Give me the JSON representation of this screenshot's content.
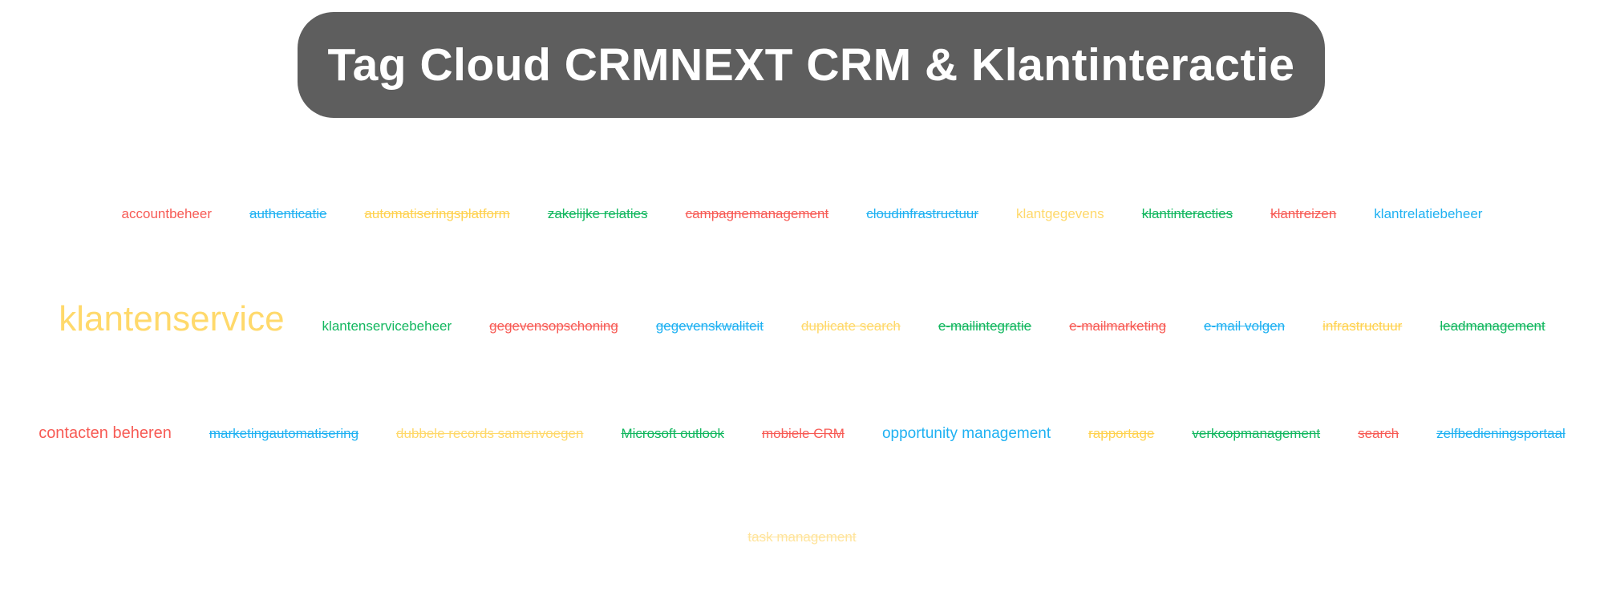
{
  "header": {
    "title": "Tag Cloud CRMNEXT CRM & Klantinteractie",
    "bg_color": "#5E5E5E",
    "text_color": "#FFFFFF"
  },
  "palette": {
    "red": "#F75B55",
    "blue": "#1FB1F2",
    "green": "#12B75F",
    "yellow": "#FFD24F",
    "yellow_light": "#FFD96B",
    "yellow_pale": "#FFE49C",
    "header_gray": "#5E5E5E",
    "background": "#FFFFFF"
  },
  "chart_data": {
    "type": "word_cloud",
    "title": "Tag Cloud CRMNEXT CRM & Klantinteractie",
    "legend": "none",
    "layout": "4 horizontal centered rows; strikethrough = deselected tag; font size = weight",
    "rows": [
      [
        {
          "label": "accountbeheer",
          "color": "#F75B55",
          "struck": false,
          "size": 17
        },
        {
          "label": "authenticatie",
          "color": "#1FB1F2",
          "struck": true,
          "size": 17
        },
        {
          "label": "automatiseringsplatform",
          "color": "#FFD24F",
          "struck": true,
          "size": 17
        },
        {
          "label": "zakelijke relaties",
          "color": "#12B75F",
          "struck": true,
          "size": 17
        },
        {
          "label": "campagnemanagement",
          "color": "#F75B55",
          "struck": true,
          "size": 17
        },
        {
          "label": "cloudinfrastructuur",
          "color": "#1FB1F2",
          "struck": true,
          "size": 17
        },
        {
          "label": "klantgegevens",
          "color": "#FFD96B",
          "struck": false,
          "size": 17
        },
        {
          "label": "klantinteracties",
          "color": "#12B75F",
          "struck": true,
          "size": 17
        },
        {
          "label": "klantreizen",
          "color": "#F75B55",
          "struck": true,
          "size": 17
        },
        {
          "label": "klantrelatiebeheer",
          "color": "#1FB1F2",
          "struck": false,
          "size": 17
        }
      ],
      [
        {
          "label": "klantenservice",
          "color": "#FFD96B",
          "struck": false,
          "size": 44
        },
        {
          "label": "klantenservicebeheer",
          "color": "#12B75F",
          "struck": false,
          "size": 17
        },
        {
          "label": "gegevensopschoning",
          "color": "#F75B55",
          "struck": true,
          "size": 17
        },
        {
          "label": "gegevenskwaliteit",
          "color": "#1FB1F2",
          "struck": true,
          "size": 17
        },
        {
          "label": "duplicate search",
          "color": "#FFD96B",
          "struck": true,
          "size": 17
        },
        {
          "label": "e-mailintegratie",
          "color": "#12B75F",
          "struck": true,
          "size": 17
        },
        {
          "label": "e-mailmarketing",
          "color": "#F75B55",
          "struck": true,
          "size": 17
        },
        {
          "label": "e-mail volgen",
          "color": "#1FB1F2",
          "struck": true,
          "size": 17
        },
        {
          "label": "infrastructuur",
          "color": "#FFD24F",
          "struck": true,
          "size": 17
        },
        {
          "label": "leadmanagement",
          "color": "#12B75F",
          "struck": true,
          "size": 17
        }
      ],
      [
        {
          "label": "contacten beheren",
          "color": "#F75B55",
          "struck": false,
          "size": 20
        },
        {
          "label": "marketingautomatisering",
          "color": "#1FB1F2",
          "struck": true,
          "size": 17
        },
        {
          "label": "dubbele records samenvoegen",
          "color": "#FFD96B",
          "struck": true,
          "size": 17
        },
        {
          "label": "Microsoft outlook",
          "color": "#12B75F",
          "struck": true,
          "size": 17
        },
        {
          "label": "mobiele CRM",
          "color": "#F75B55",
          "struck": true,
          "size": 17
        },
        {
          "label": "opportunity management",
          "color": "#1FB1F2",
          "struck": false,
          "size": 19
        },
        {
          "label": "rapportage",
          "color": "#FFD24F",
          "struck": true,
          "size": 17
        },
        {
          "label": "verkoopmanagement",
          "color": "#12B75F",
          "struck": true,
          "size": 17
        },
        {
          "label": "search",
          "color": "#F75B55",
          "struck": true,
          "size": 17
        },
        {
          "label": "zelfbedieningsportaal",
          "color": "#1FB1F2",
          "struck": true,
          "size": 17
        }
      ],
      [
        {
          "label": "task management",
          "color": "#FFE49C",
          "struck": true,
          "size": 17
        }
      ]
    ]
  }
}
